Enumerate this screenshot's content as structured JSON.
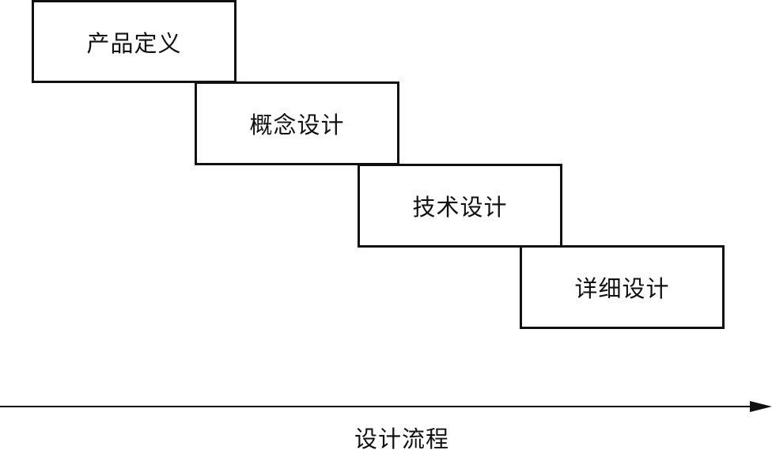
{
  "diagram": {
    "stages": [
      {
        "label": "产品定义"
      },
      {
        "label": "概念设计"
      },
      {
        "label": "技术设计"
      },
      {
        "label": "详细设计"
      }
    ],
    "axis": {
      "label": "设计流程"
    }
  }
}
